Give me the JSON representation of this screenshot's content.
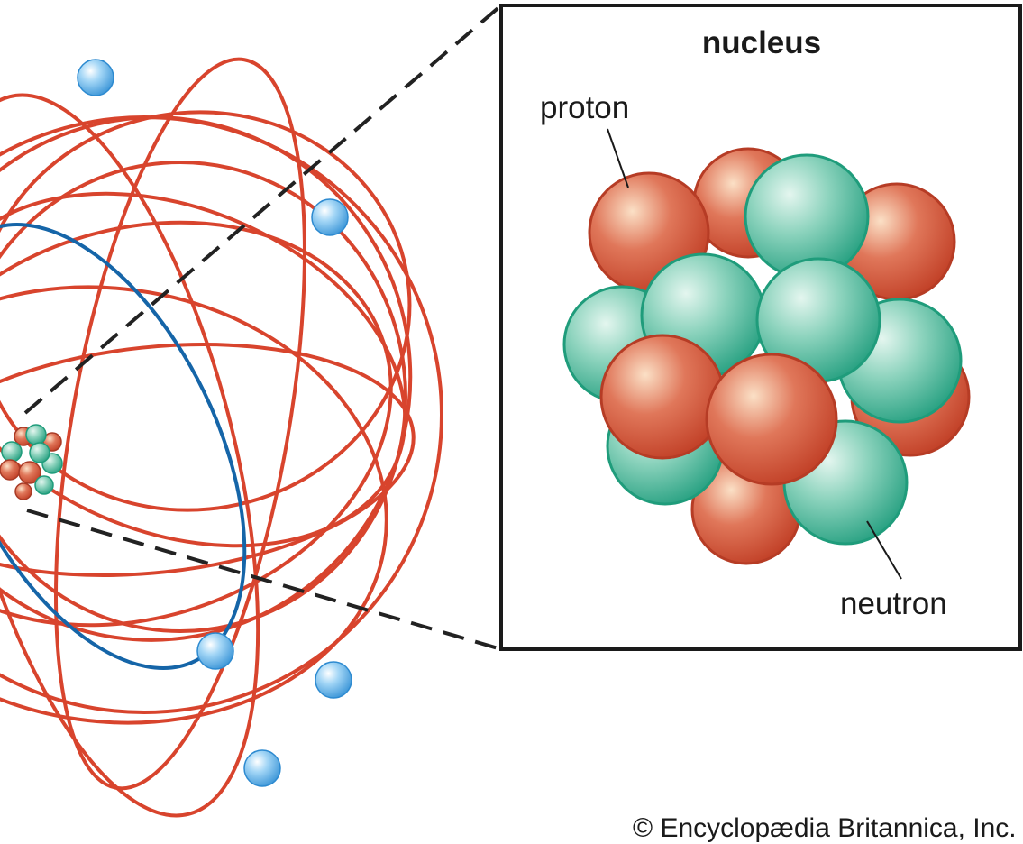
{
  "diagram": {
    "inset_title": "nucleus",
    "labels": {
      "proton": "proton",
      "neutron": "neutron"
    },
    "credit": "© Encyclopædia Britannica, Inc.",
    "particles": {
      "proton": "red sphere",
      "neutron": "green sphere",
      "electron": "blue sphere"
    },
    "colors": {
      "proton": "#d9503a",
      "neutron": "#4cc2a6",
      "electron": "#6bb8ea",
      "electron_orbit_outer": "#d8442d",
      "electron_orbit_inner": "#1565a8",
      "zoom_lines": "#222222",
      "inset_border": "#1a1a1a"
    }
  }
}
